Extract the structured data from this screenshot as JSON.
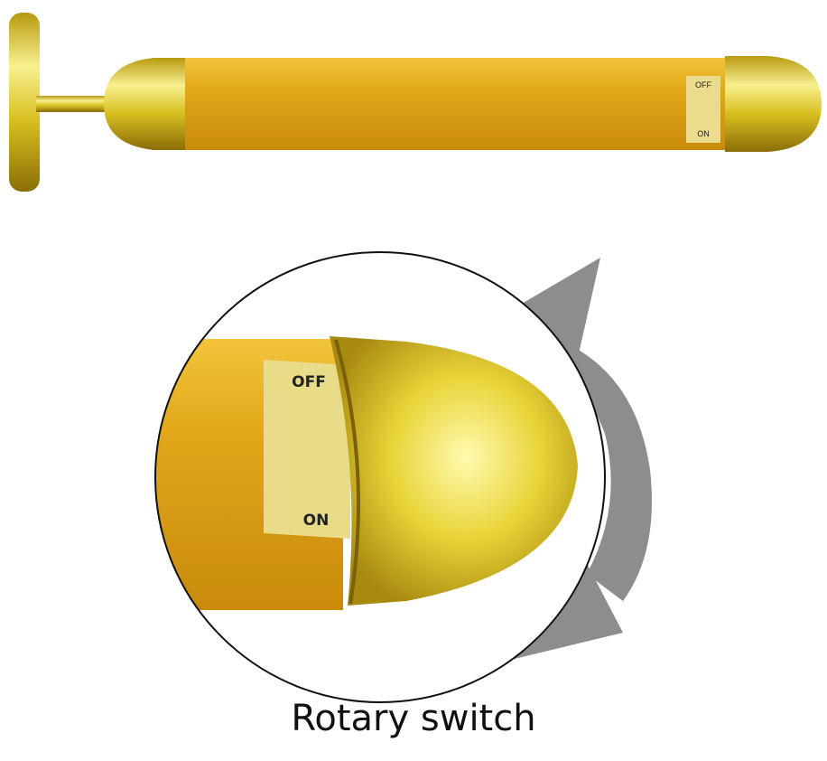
{
  "product": {
    "small_label_off": "OFF",
    "small_label_on": "ON",
    "zoom_label_off": "OFF",
    "zoom_label_on": "ON"
  },
  "caption": "Rotary switch",
  "colors": {
    "gold_body": "#e0a418",
    "gold_cap": "#d8c020",
    "arrow_grey": "#8e8c8e",
    "label_bg": "#e8dc88"
  }
}
